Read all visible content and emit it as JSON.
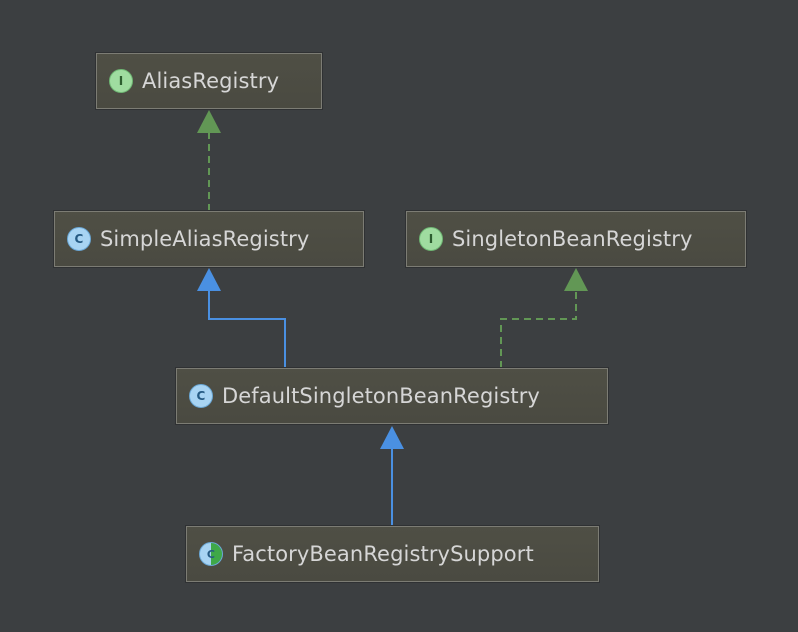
{
  "diagram": {
    "nodes": [
      {
        "id": "alias-registry",
        "label": "AliasRegistry",
        "kind": "interface",
        "badge": "I"
      },
      {
        "id": "simple-alias-registry",
        "label": "SimpleAliasRegistry",
        "kind": "class",
        "badge": "C"
      },
      {
        "id": "singleton-bean-registry",
        "label": "SingletonBeanRegistry",
        "kind": "interface",
        "badge": "I"
      },
      {
        "id": "default-singleton-bean-registry",
        "label": "DefaultSingletonBeanRegistry",
        "kind": "class",
        "badge": "C"
      },
      {
        "id": "factory-bean-registry-support",
        "label": "FactoryBeanRegistrySupport",
        "kind": "abstract-class",
        "badge": "C"
      }
    ],
    "edges": [
      {
        "from": "simple-alias-registry",
        "to": "alias-registry",
        "type": "implements",
        "style": "dashed",
        "color": "#629755"
      },
      {
        "from": "default-singleton-bean-registry",
        "to": "simple-alias-registry",
        "type": "extends",
        "style": "solid",
        "color": "#4a90e2"
      },
      {
        "from": "default-singleton-bean-registry",
        "to": "singleton-bean-registry",
        "type": "implements",
        "style": "dashed",
        "color": "#629755"
      },
      {
        "from": "factory-bean-registry-support",
        "to": "default-singleton-bean-registry",
        "type": "extends",
        "style": "solid",
        "color": "#4a90e2"
      }
    ]
  },
  "colors": {
    "background": "#3c3f41",
    "node_fill": "#4d4d44",
    "node_border": "#7c7c74",
    "text": "#d6d6d6",
    "implements": "#629755",
    "extends": "#4a90e2"
  }
}
